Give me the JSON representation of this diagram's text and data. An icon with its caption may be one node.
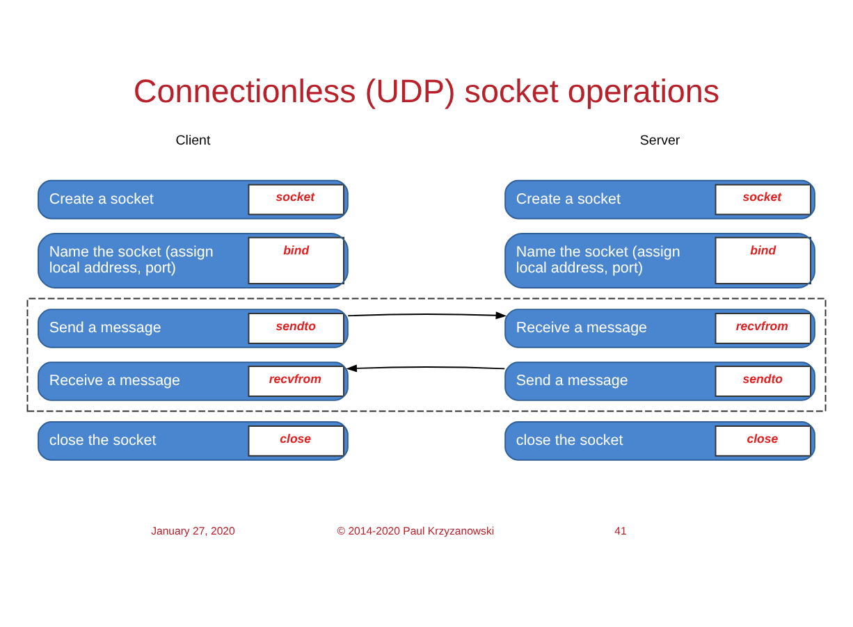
{
  "diagram": {
    "title": "Connectionless (UDP) socket operations",
    "nodes": [
      {
        "text": [
          "Create a socket",
          "socket"
        ]
      },
      {
        "text": [
          "Create a socket",
          "socket"
        ]
      },
      {
        "text": [
          "Name the socket (assign local address, port)",
          "bind"
        ]
      },
      {
        "text": [
          "Name the socket (assign local address, port)",
          "bind"
        ]
      },
      {
        "text": [],
        "shape": "box"
      },
      {
        "text": [
          "Send a message",
          "sendto"
        ],
        "in": 4
      },
      {
        "text": [
          "Receive a message",
          "recvfrom"
        ],
        "in": 4
      },
      {
        "text": [
          "Receive a message",
          "recvfrom"
        ],
        "in": 4
      },
      {
        "text": [
          "Send a message",
          "sendto"
        ],
        "in": 4
      },
      {
        "text": [
          "close the socket",
          "close"
        ]
      },
      {
        "text": [
          "close the socket",
          "close"
        ]
      }
    ],
    "edges": [
      {
        "from": 5,
        "to": 6,
        "arrow": "to"
      },
      {
        "from": 8,
        "to": 7,
        "arrow": "to"
      }
    ],
    "labels": [
      "Client",
      "Server",
      "January 27, 2020",
      "© 2014-2020 Paul Krzyzanowski",
      "41"
    ]
  }
}
